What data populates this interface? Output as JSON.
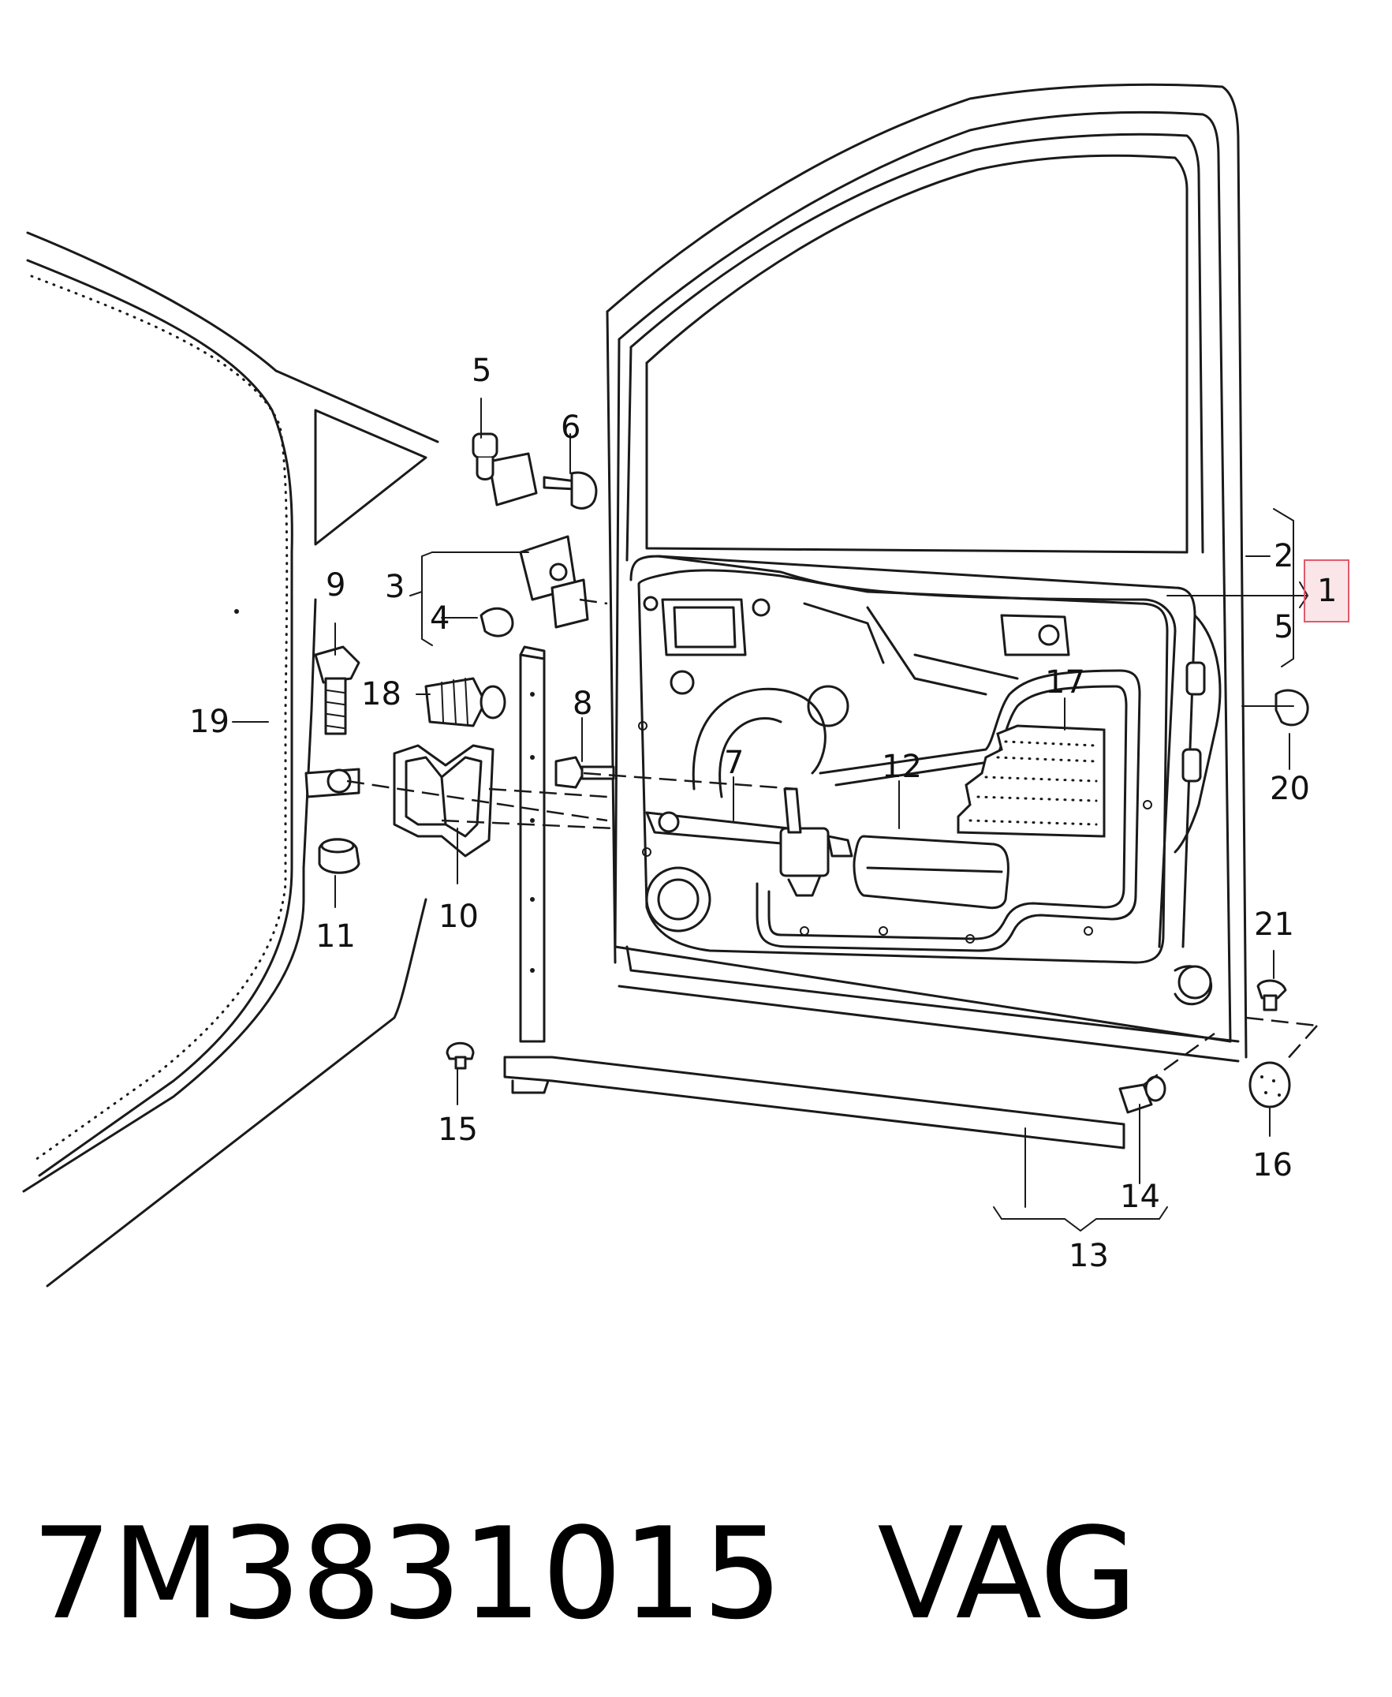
{
  "callouts": [
    {
      "id": "1",
      "label": "1",
      "highlighted": true
    },
    {
      "id": "2",
      "label": "2"
    },
    {
      "id": "3",
      "label": "3"
    },
    {
      "id": "4",
      "label": "4"
    },
    {
      "id": "5a",
      "label": "5"
    },
    {
      "id": "5b",
      "label": "5"
    },
    {
      "id": "6",
      "label": "6"
    },
    {
      "id": "7",
      "label": "7"
    },
    {
      "id": "8",
      "label": "8"
    },
    {
      "id": "9",
      "label": "9"
    },
    {
      "id": "10",
      "label": "10"
    },
    {
      "id": "11",
      "label": "11"
    },
    {
      "id": "12",
      "label": "12"
    },
    {
      "id": "13",
      "label": "13"
    },
    {
      "id": "14",
      "label": "14"
    },
    {
      "id": "15",
      "label": "15"
    },
    {
      "id": "16",
      "label": "16"
    },
    {
      "id": "17",
      "label": "17"
    },
    {
      "id": "18",
      "label": "18"
    },
    {
      "id": "19",
      "label": "19"
    },
    {
      "id": "20",
      "label": "20"
    },
    {
      "id": "21",
      "label": "21"
    }
  ],
  "highlight_color": "#e05a6a",
  "footer": {
    "part_number": "7M3831015",
    "brand": "VAG"
  }
}
